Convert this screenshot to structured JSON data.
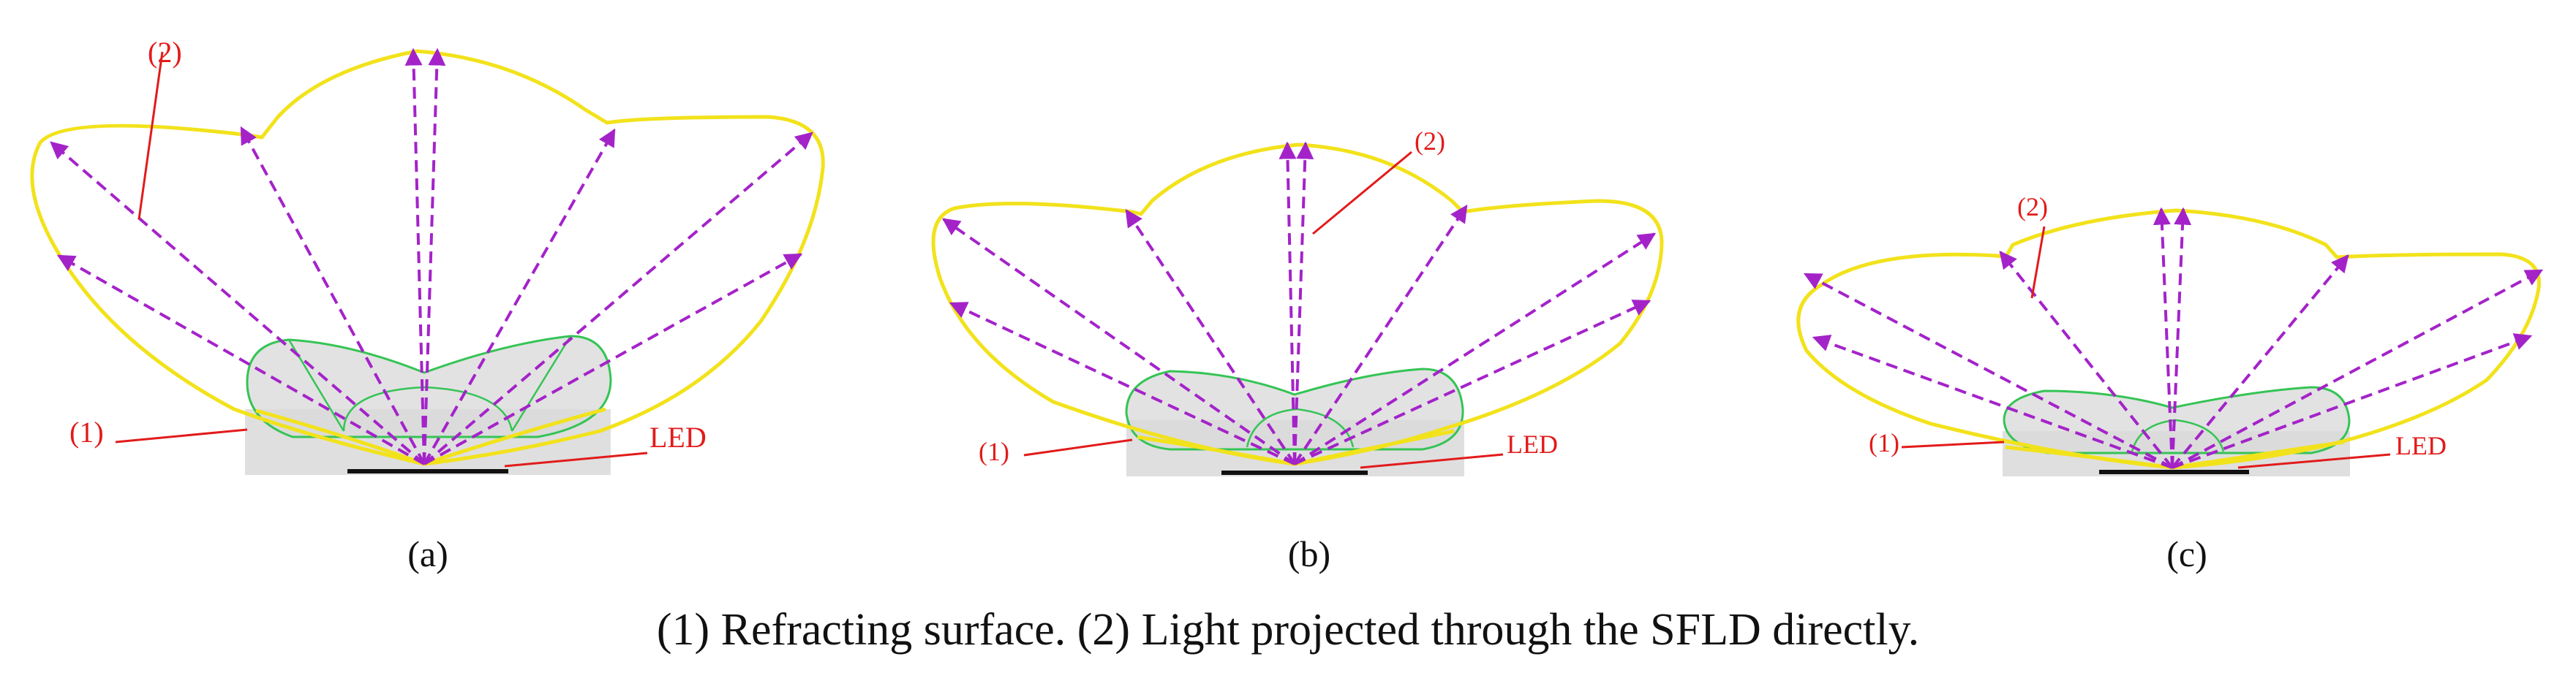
{
  "panels": [
    {
      "id": "a",
      "sublabel": "(a)",
      "label_1": "(1)",
      "label_2": "(2)",
      "label_led": "LED"
    },
    {
      "id": "b",
      "sublabel": "(b)",
      "label_1": "(1)",
      "label_2": "(2)",
      "label_led": "LED"
    },
    {
      "id": "c",
      "sublabel": "(c)",
      "label_1": "(1)",
      "label_2": "(2)",
      "label_led": "LED"
    }
  ],
  "caption": "(1) Refracting surface. (2) Light projected through the SFLD directly.",
  "colors": {
    "distribution_curve": "#f2e21b",
    "rays": "#a423c9",
    "lens_outline": "#35c455",
    "lens_fill": "#dadada",
    "labels": "#e21b1b",
    "led": "#111111"
  }
}
